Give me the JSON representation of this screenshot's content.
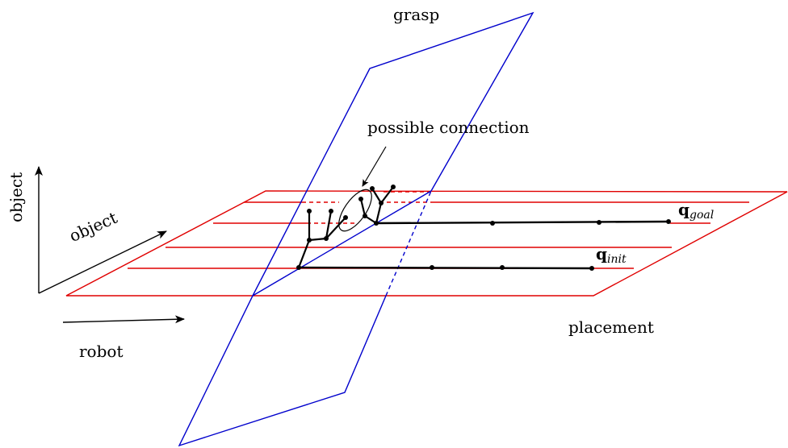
{
  "labels": {
    "grasp": "grasp",
    "possible_connection": "possible connection",
    "object_vertical": "object",
    "object_diagonal": "object",
    "robot": "robot",
    "placement": "placement",
    "q_goal": {
      "symbol": "q",
      "subscript": "goal"
    },
    "q_init": {
      "symbol": "q",
      "subscript": "init"
    }
  },
  "colors": {
    "grasp_plane": "#0000cc",
    "placement_plane": "#e00000",
    "path": "#000000",
    "axes": "#000000"
  }
}
